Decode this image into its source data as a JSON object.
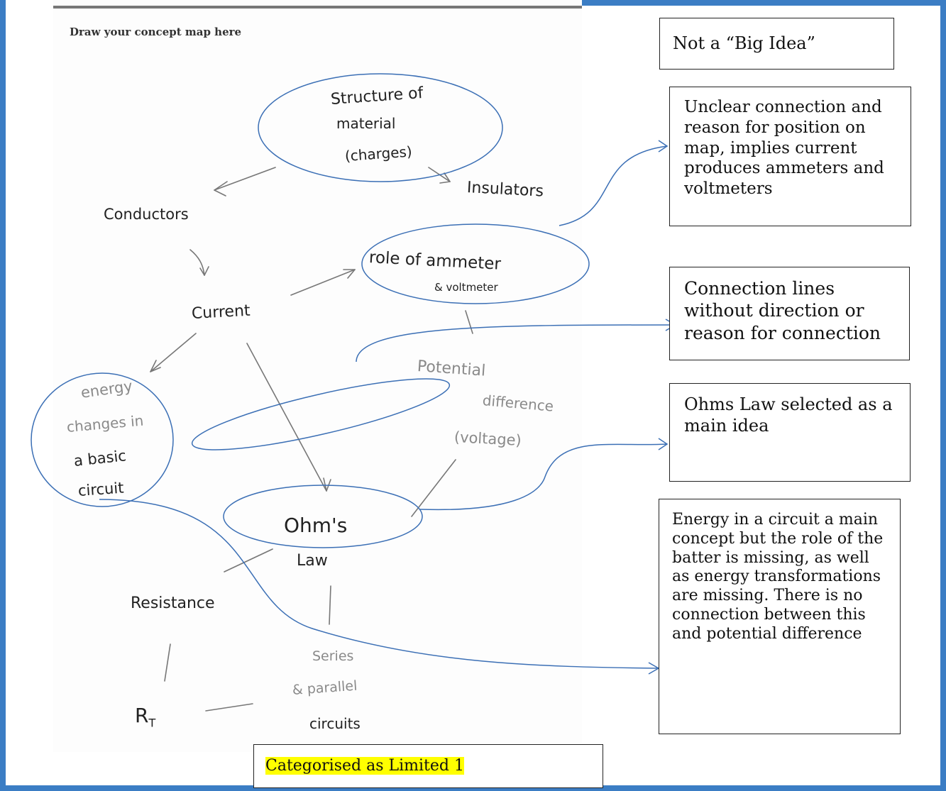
{
  "scan": {
    "heading": "Draw your concept map here",
    "nodes": {
      "structure_line1": "Structure of",
      "structure_line2": "material",
      "structure_line3": "(charges)",
      "insulators": "Insulators",
      "conductors": "Conductors",
      "role_line1": "role of ammeter",
      "role_line2": "& voltmeter",
      "current": "Current",
      "potential_line1": "Potential",
      "potential_line2": "difference",
      "potential_line3": "(voltage)",
      "energy_line1": "energy",
      "energy_line2": "changes in",
      "energy_line3": "a basic",
      "energy_line4": "circuit",
      "ohms_line1": "Ohm's",
      "ohms_line2": "Law",
      "resistance": "Resistance",
      "series_line1": "Series",
      "series_line2": "& parallel",
      "series_line3": "circuits",
      "rt": "R",
      "rt_sub": "T"
    }
  },
  "annotations": {
    "not_big_idea": "Not a “Big Idea”",
    "unclear": "Unclear connection and reason for position on map, implies current produces ammeters and voltmeters",
    "connection_lines": "Connection lines without direction or reason for connection",
    "ohms_main": "Ohms Law selected as a main idea",
    "energy": "Energy in a circuit a main concept but the role of the batter is missing, as well as energy transformations are missing. There is no connection between this and potential difference",
    "category": "Categorised as Limited 1"
  },
  "colors": {
    "frame": "#3b7dc4",
    "annotation_ink": "#3b6fb5",
    "highlight": "#ffff00"
  }
}
